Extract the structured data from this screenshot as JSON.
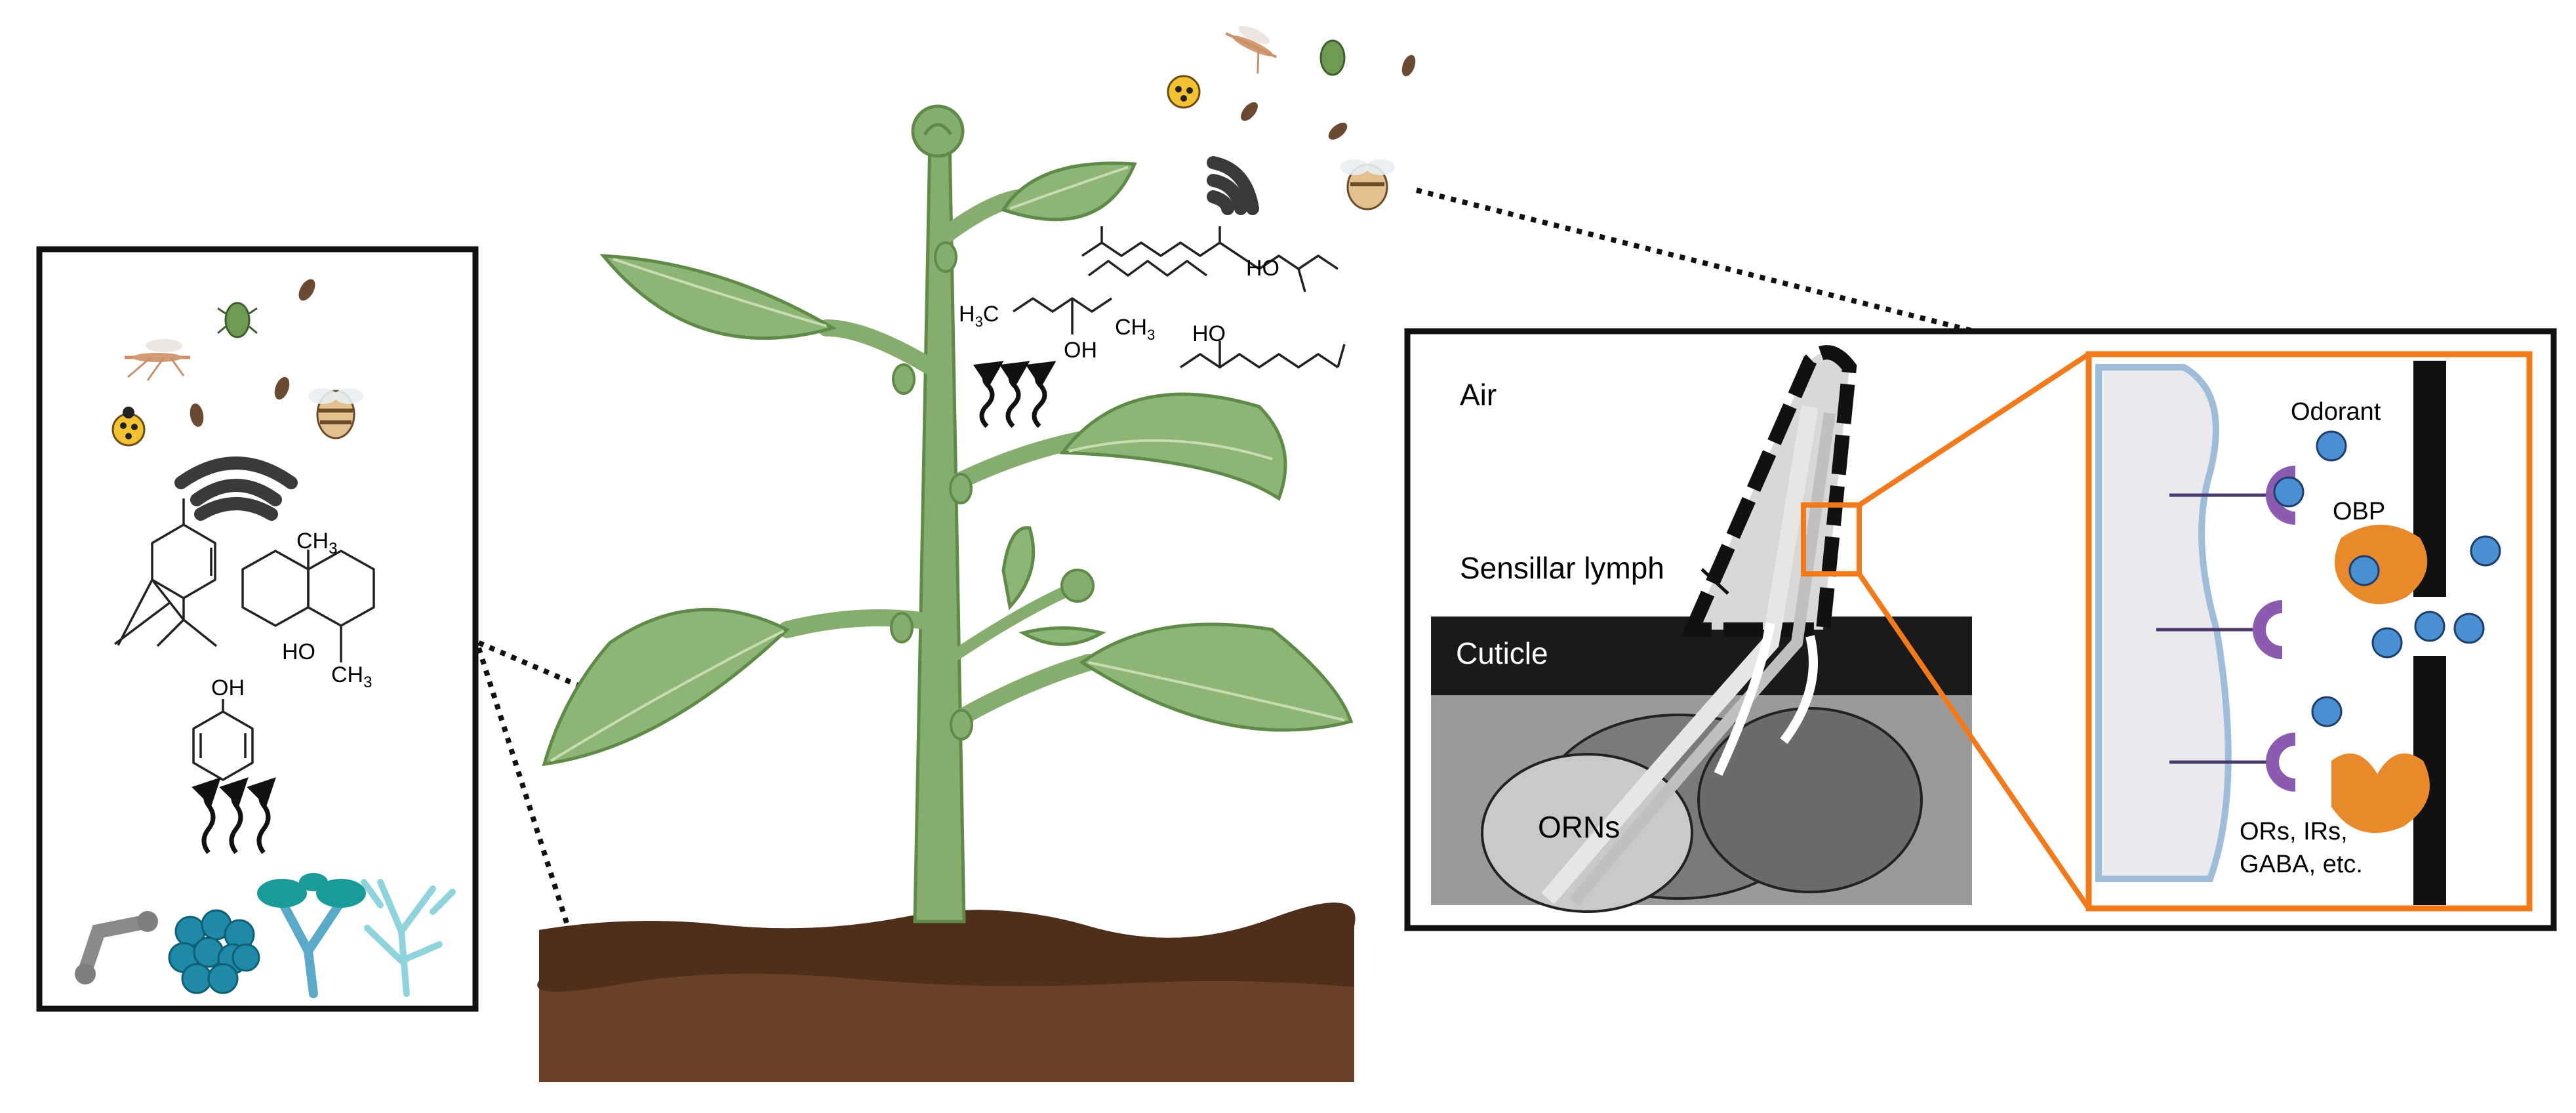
{
  "labels": {
    "air": "Air",
    "sensillar_lymph": "Sensillar lymph",
    "cuticle": "Cuticle",
    "orns": "ORNs",
    "odorant": "Odorant",
    "obp": "OBP",
    "receptors_line1": "ORs, IRs,",
    "receptors_line2": "GABA, etc."
  },
  "chemistry": {
    "ch3": "CH",
    "sub3": "3",
    "h3c": "H",
    "oh": "OH",
    "ho": "HO"
  },
  "colors": {
    "leaf": "#8fb574",
    "leaf_dark": "#5f8a48",
    "stem": "#86ad6e",
    "soil_top": "#4e2f1c",
    "soil": "#6b4028",
    "orange": "#f07a1c",
    "obp": "#e8892c",
    "odorant": "#4a8fd2",
    "receptor": "#8a5bb0",
    "cuticle": "#1a1a1a"
  },
  "icons": [
    "signal-waves-icon",
    "volatile-arrows-icon",
    "insect-icon",
    "fungus-icon",
    "bacteria-icon"
  ]
}
